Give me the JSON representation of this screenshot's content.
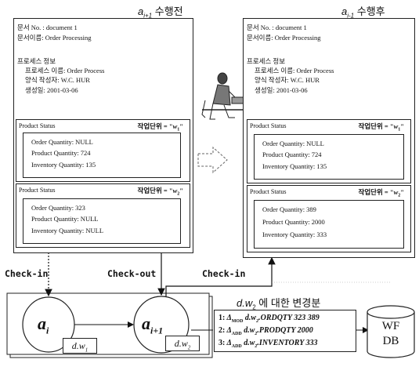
{
  "before": {
    "title": "a_{i+1} 수행전",
    "title_base": "a",
    "title_sub": "i+1",
    "title_text": " 수행전",
    "doc_no": "문서 No. : document 1",
    "doc_name": "문서이름: Order Processing",
    "proc_info": "프로세스 정보",
    "proc_name": "프로세스 이름: Order Process",
    "author": "양식 작성자: W.C. HUR",
    "created": "생성일: 2001-03-06",
    "status1": {
      "header": "Product Status",
      "unit": "작업단위 = \"w1\"",
      "unit_prefix": "작업단위 = \"",
      "unit_w": "w",
      "unit_sub": "1",
      "order": "Order Quantity:  NULL",
      "product": "Product Quantity: 724",
      "inventory": "Inventory Quantity: 135"
    },
    "status2": {
      "header": "Product Status",
      "unit": "작업단위 = \"w2\"",
      "unit_prefix": "작업단위 = \"",
      "unit_w": "w",
      "unit_sub": "2",
      "order": "Order Quantity: 323",
      "product": "Product Quantity: NULL",
      "inventory": "Inventory Quantity: NULL"
    }
  },
  "after": {
    "title": "a_{i-1} 수행후",
    "title_base": "a",
    "title_sub": "i-1",
    "title_text": " 수행후",
    "doc_no": "문서 No. : document 1",
    "doc_name": "문서이름: Order Processing",
    "proc_info": "프로세스 정보",
    "proc_name": "프로세스 이름: Order Process",
    "author": "양식 작성자: W.C. HUR",
    "created": "생성일: 2001-03-06",
    "status1": {
      "header": "Product Status",
      "unit_prefix": "작업단위 = \"",
      "unit_w": "w",
      "unit_sub": "1",
      "order": "Order Quantity:  NULL",
      "product": "Product Quantity: 724",
      "inventory": "Inventory Quantity: 135"
    },
    "status2": {
      "header": "Product Status",
      "unit_prefix": "작업단위 = \"",
      "unit_w": "w",
      "unit_sub": "2",
      "order": "Order Quantity: 389",
      "product": "Product Quantity: 2000",
      "inventory": "Inventory Quantity: 333"
    }
  },
  "labels": {
    "checkin_left": "Check-in",
    "checkout": "Check-out",
    "checkin_right": "Check-in"
  },
  "nodes": {
    "ai_base": "a",
    "ai_sub": "i",
    "ai1_base": "a",
    "ai1_sub": "i+1",
    "dw1_base": "d.w",
    "dw1_sub": "1",
    "dw2_base": "d.w",
    "dw2_sub": "2"
  },
  "changes": {
    "heading_base": "d.w",
    "heading_sub": "2",
    "heading_text": " 에 대한 변경분",
    "rows": [
      {
        "num": "1:",
        "op": "MOD",
        "target": "d.w",
        "sub": "2",
        "text": ".ORDQTY 323 389"
      },
      {
        "num": "2:",
        "op": "ADD",
        "target": "d.w",
        "sub": "2",
        "text": ".PRODQTY 2000"
      },
      {
        "num": "3:",
        "op": "ADD",
        "target": "d.w",
        "sub": "2",
        "text": ".INVENTORY 333"
      }
    ]
  },
  "db": {
    "line1": "WF",
    "line2": "DB"
  }
}
